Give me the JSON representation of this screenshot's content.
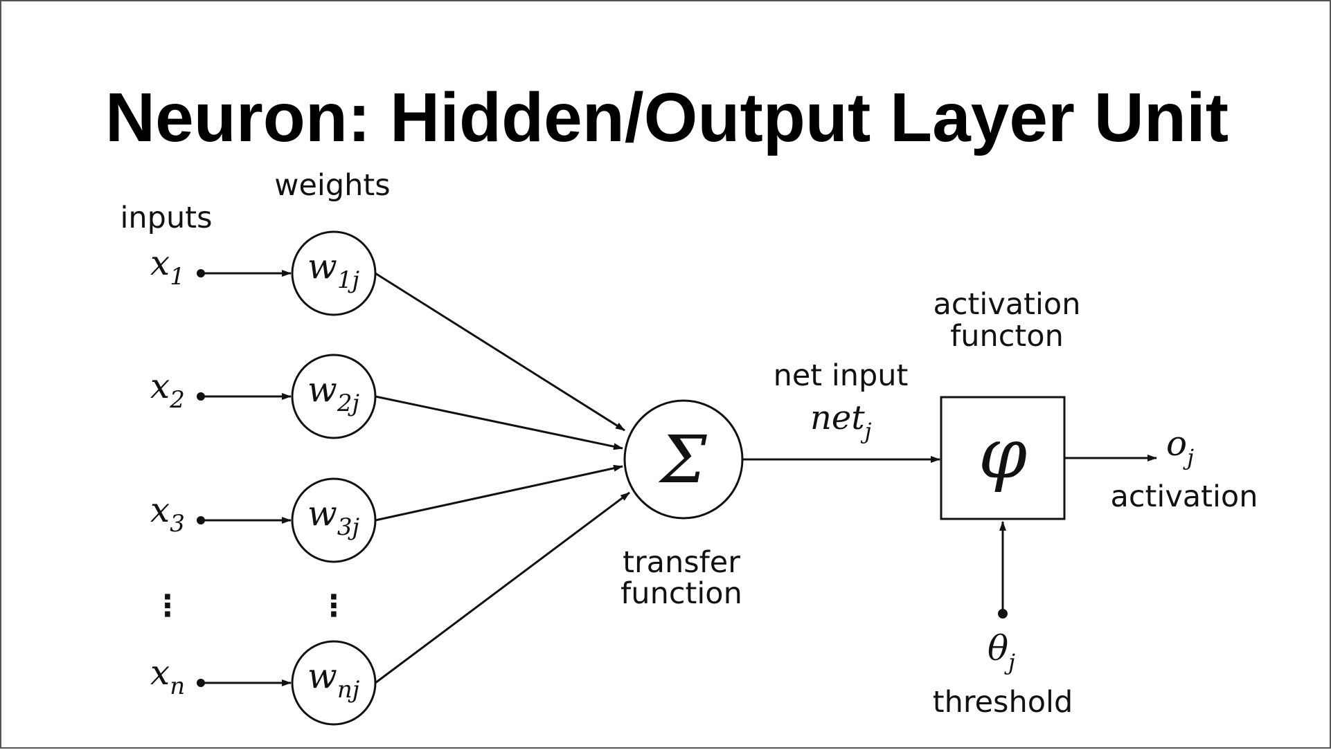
{
  "slide": {
    "title": "Neuron: Hidden/Output Layer Unit"
  },
  "diagram": {
    "labels": {
      "inputs": "inputs",
      "weights": "weights",
      "activation_function_line1": "activation",
      "activation_function_line2": "functon",
      "net_input": "net input",
      "transfer_function_line1": "transfer",
      "transfer_function_line2": "function",
      "activation": "activation",
      "threshold": "threshold"
    },
    "inputs": [
      {
        "base": "x",
        "sub": "1"
      },
      {
        "base": "x",
        "sub": "2"
      },
      {
        "base": "x",
        "sub": "3"
      },
      {
        "base": "x",
        "sub": "n"
      }
    ],
    "weights": [
      {
        "base": "w",
        "sub": "1j"
      },
      {
        "base": "w",
        "sub": "2j"
      },
      {
        "base": "w",
        "sub": "3j"
      },
      {
        "base": "w",
        "sub": "nj"
      }
    ],
    "ellipsis": "⋮",
    "sum_symbol": "Σ",
    "net": {
      "base": "net",
      "sub": "j"
    },
    "phi_symbol": "φ",
    "output": {
      "base": "o",
      "sub": "j"
    },
    "theta": {
      "base": "θ",
      "sub": "j"
    }
  }
}
